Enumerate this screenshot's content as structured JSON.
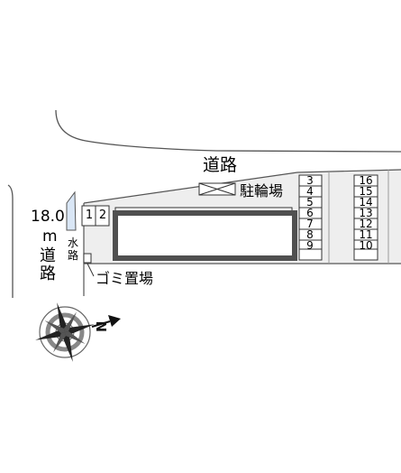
{
  "labels": {
    "road_top": "道路",
    "road_width": "18.0",
    "road_width_unit": "m",
    "road_left": "道路",
    "waterway": "水路",
    "bicycle_parking": "駐輪場",
    "garbage_area": "ゴミ置場"
  },
  "parking": {
    "left_pair": [
      "1",
      "2"
    ],
    "middle_column": [
      "3",
      "4",
      "5",
      "6",
      "7",
      "8",
      "9"
    ],
    "right_column": [
      "16",
      "15",
      "14",
      "13",
      "12",
      "11",
      "10"
    ]
  },
  "compass": {
    "north_label": "N"
  }
}
